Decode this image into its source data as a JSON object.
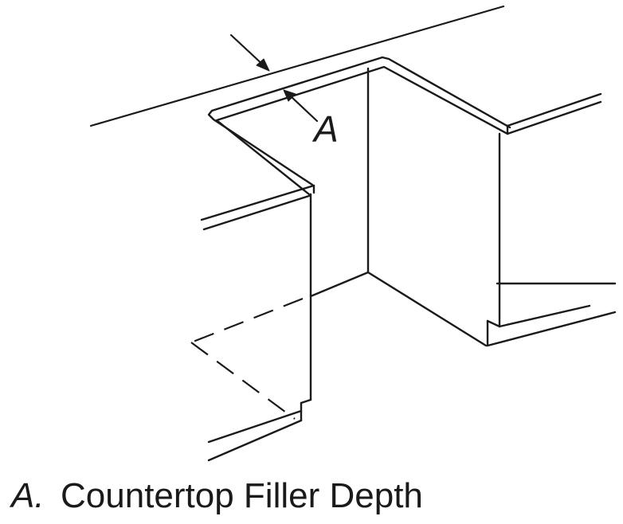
{
  "diagram": {
    "callout_letter": "A",
    "stroke_color": "#1a1a1a",
    "background_color": "#ffffff"
  },
  "caption": {
    "letter": "A.",
    "text": "Countertop Filler Depth"
  }
}
